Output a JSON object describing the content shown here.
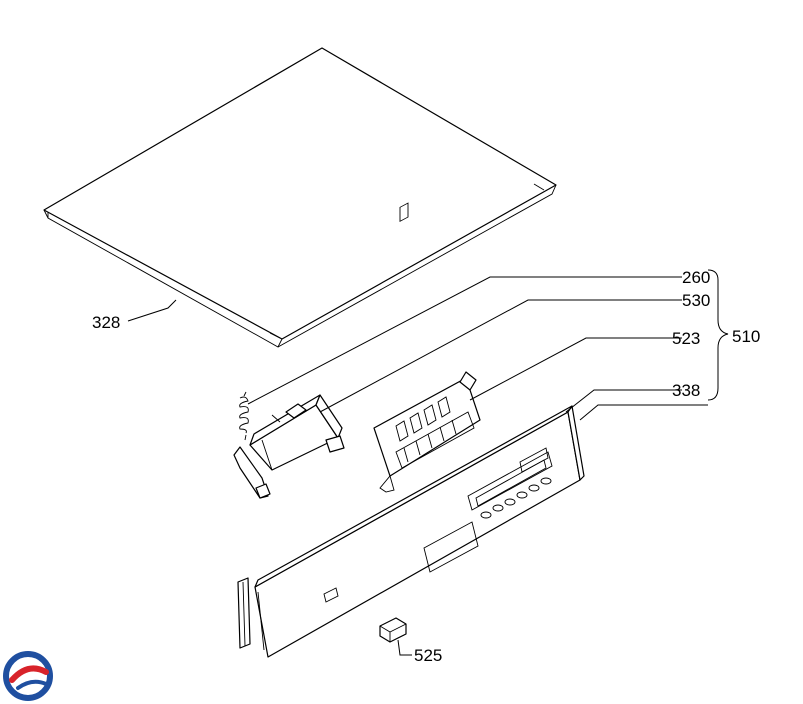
{
  "labels": {
    "top_cover": "328",
    "part_260": "260",
    "part_530": "530",
    "part_523": "523",
    "part_338": "338",
    "group_510": "510",
    "knob": "525"
  },
  "colors": {
    "line": "#000000",
    "logo_blue": "#1f4fa0",
    "logo_red": "#d8232a"
  },
  "icons": {
    "logo": "brand-logo"
  }
}
